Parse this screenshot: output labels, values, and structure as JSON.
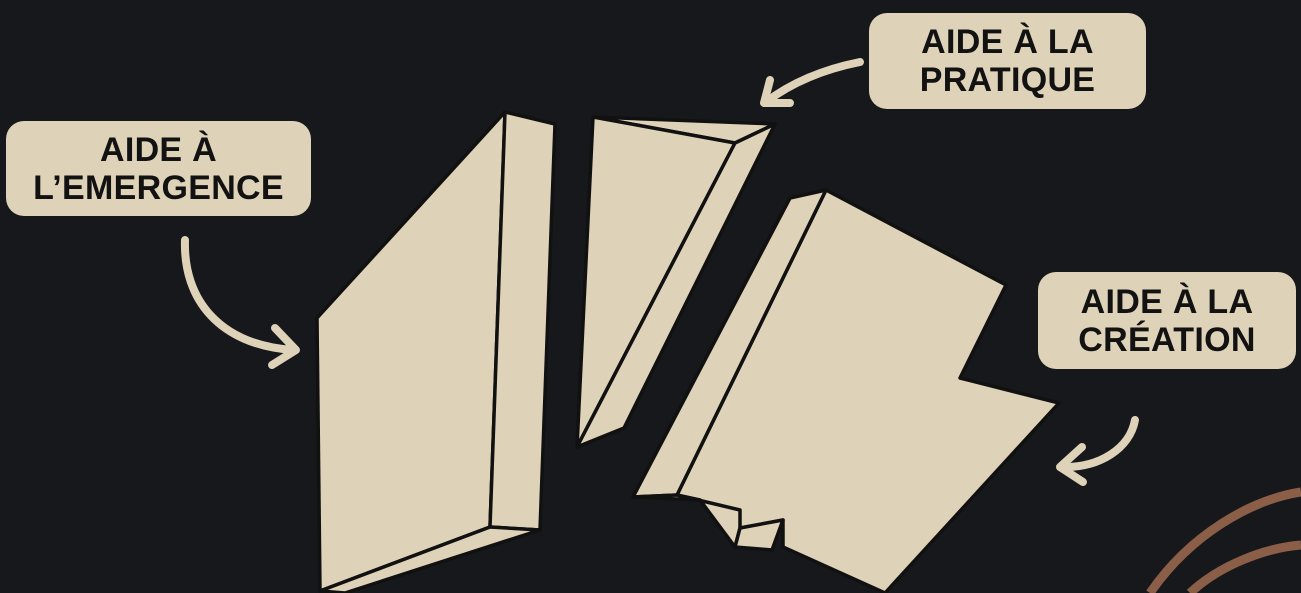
{
  "colors": {
    "background": "#17181b",
    "block": "#ded2b8",
    "outline": "#111111",
    "arrow": "#ded2b8",
    "label_bg": "#ded2b8",
    "arc": "#8b5e48"
  },
  "labels": {
    "emergence": {
      "line1": "AIDE À",
      "line2": "L’EMERGENCE"
    },
    "pratique": {
      "line1": "AIDE À LA",
      "line2": "PRATIQUE"
    },
    "creation": {
      "line1": "AIDE À LA",
      "line2": "CRÉATION"
    }
  },
  "icons": [
    "curved-arrow-icon",
    "curved-arrow-icon",
    "curved-arrow-icon"
  ]
}
